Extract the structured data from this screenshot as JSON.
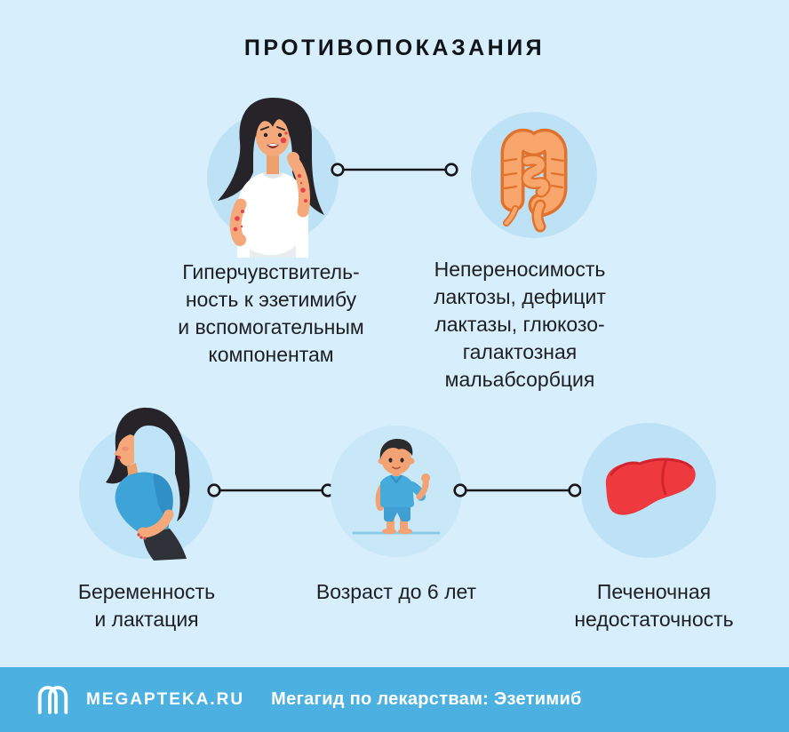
{
  "title": "ПРОТИВОПОКАЗАНИЯ",
  "cards": [
    {
      "id": "hypersensitivity",
      "icon": "allergy-woman-icon",
      "caption": "Гиперчувствитель-\nность к эзетимибу\nи вспомогательным\nкомпонентам"
    },
    {
      "id": "lactose-intolerance",
      "icon": "intestine-icon",
      "caption": "Непереносимость\nлактозы, дефицит\nлактазы, глюкозо-\nгалактозная\nмальабсорбция"
    },
    {
      "id": "pregnancy",
      "icon": "pregnant-woman-icon",
      "caption": "Беременность\nи лактация"
    },
    {
      "id": "age-limit",
      "icon": "child-icon",
      "caption": "Возраст до 6 лет"
    },
    {
      "id": "liver-failure",
      "icon": "liver-icon",
      "caption": "Печеночная\nнедостаточность"
    }
  ],
  "footer": {
    "brand": "MEGAPTEKA.RU",
    "tagline": "Мегагид по лекарствам: Эзетимиб"
  },
  "colors": {
    "background": "#d7eefc",
    "circle": "#bde2f5",
    "footer_bar": "#4cb1e0",
    "intestine_orange": "#f8a66b",
    "liver_red": "#ee393e",
    "clothing_blue": "#3ea3d6",
    "text": "#1d1f21"
  }
}
